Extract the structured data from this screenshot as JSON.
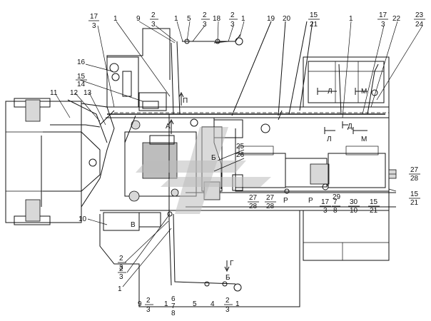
{
  "callouts": {
    "top": [
      {
        "id": "t1",
        "num": "17",
        "den": "3"
      },
      {
        "id": "t2",
        "text": "1"
      },
      {
        "id": "t3",
        "text": "9"
      },
      {
        "id": "t4",
        "num": "2",
        "den": "3"
      },
      {
        "id": "t5",
        "text": "1"
      },
      {
        "id": "t6",
        "text": "5"
      },
      {
        "id": "t7",
        "num": "2",
        "den": "3"
      },
      {
        "id": "t8",
        "text": "18"
      },
      {
        "id": "t9",
        "num": "2",
        "den": "3"
      },
      {
        "id": "t10",
        "text": "1"
      },
      {
        "id": "t11",
        "text": "19"
      },
      {
        "id": "t12",
        "text": "20"
      },
      {
        "id": "t13",
        "num": "15",
        "den": "21"
      },
      {
        "id": "t14",
        "text": "1"
      },
      {
        "id": "t15",
        "num": "17",
        "den": "3"
      },
      {
        "id": "t16",
        "text": "22"
      },
      {
        "id": "t17",
        "num": "23",
        "den": "24"
      }
    ],
    "left": [
      {
        "id": "l1",
        "text": "16"
      },
      {
        "id": "l2",
        "num": "15",
        "den": "14"
      },
      {
        "id": "l3",
        "text": "11"
      },
      {
        "id": "l4",
        "text": "12"
      },
      {
        "id": "l5",
        "text": "13"
      },
      {
        "id": "l6",
        "text": "10"
      },
      {
        "id": "l7",
        "num": "2",
        "den": "3"
      },
      {
        "id": "l8",
        "num": "2",
        "den": "3"
      },
      {
        "id": "l9",
        "text": "1"
      }
    ],
    "middle": [
      {
        "id": "m1",
        "text": "25"
      },
      {
        "id": "m2",
        "text": "26"
      },
      {
        "id": "m3",
        "num": "27",
        "den": "28"
      },
      {
        "id": "m4",
        "num": "27",
        "den": "28"
      },
      {
        "id": "m5",
        "text": "29"
      },
      {
        "id": "m6",
        "num": "17",
        "den": "3"
      },
      {
        "id": "m7",
        "num": "7",
        "den": "8"
      },
      {
        "id": "m8",
        "num": "30",
        "den": "10"
      },
      {
        "id": "m9",
        "num": "15",
        "den": "21"
      }
    ],
    "right": [
      {
        "id": "r1",
        "num": "27",
        "den": "28"
      },
      {
        "id": "r2",
        "num": "15",
        "den": "21"
      }
    ],
    "bottom": [
      {
        "id": "b1",
        "text": "9"
      },
      {
        "id": "b2",
        "num": "2",
        "den": "3"
      },
      {
        "id": "b3",
        "text": "1"
      },
      {
        "id": "b4",
        "text": "6"
      },
      {
        "id": "b5",
        "text": "7"
      },
      {
        "id": "b6",
        "text": "8"
      },
      {
        "id": "b7",
        "text": "5"
      },
      {
        "id": "b8",
        "text": "4"
      },
      {
        "id": "b9",
        "num": "2",
        "den": "3"
      },
      {
        "id": "b10",
        "text": "1"
      }
    ]
  },
  "views": {
    "A": "А",
    "B": "Б",
    "V": "В",
    "G": "Г",
    "D": "Д",
    "L": "Л",
    "M": "М",
    "P": "П",
    "R": "Р"
  }
}
